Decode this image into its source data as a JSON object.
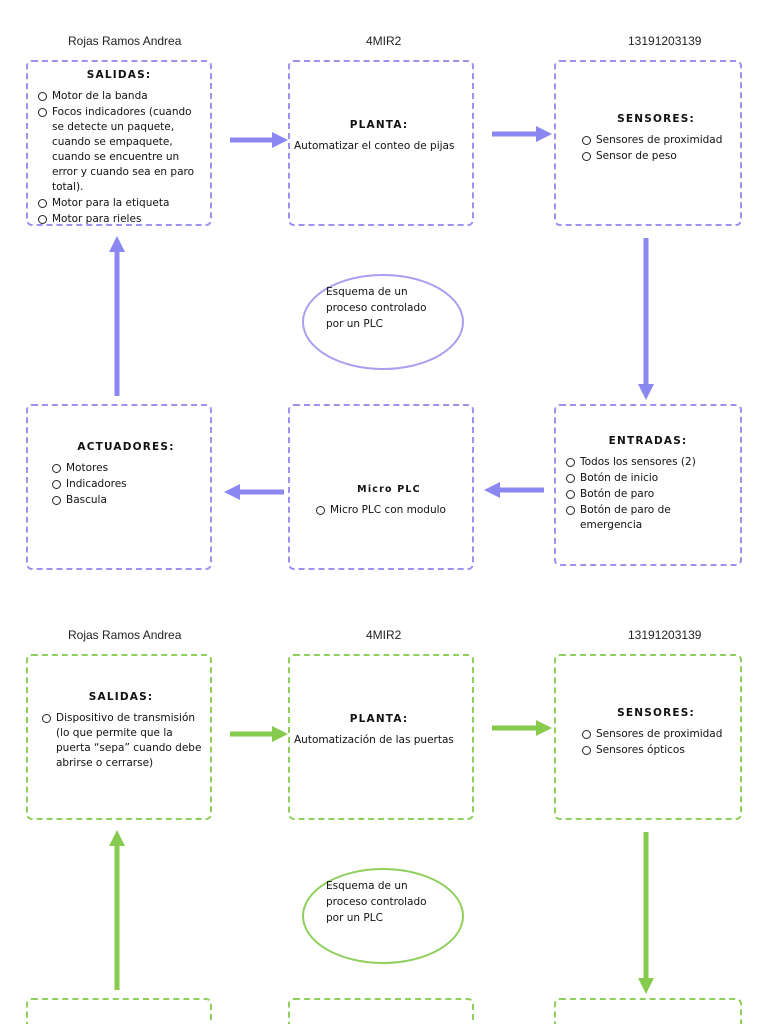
{
  "header": {
    "name": "Rojas Ramos Andrea",
    "group": "4MIR2",
    "id": "13191203139"
  },
  "colors": {
    "page1": "#9a93ee",
    "page2": "#8fcf5c",
    "arrow1": "#8b87f0",
    "arrow2": "#86cb4e"
  },
  "diagram1": {
    "salidas": {
      "title": "SALIDAS:",
      "items": [
        "Motor de la banda",
        "Focos indicadores (cuando se detecte un paquete, cuando se empaquete, cuando se encuentre un error y cuando sea en paro total).",
        "Motor para la etiqueta",
        "Motor para rieles"
      ]
    },
    "planta": {
      "title": "PLANTA:",
      "text": "Automatizar el conteo de pijas"
    },
    "sensores": {
      "title": "SENSORES:",
      "items": [
        "Sensores de proximidad",
        "Sensor de peso"
      ]
    },
    "center": {
      "line1": "Esquema de un",
      "line2": "proceso controlado",
      "line3": "por un PLC"
    },
    "actuadores": {
      "title": "ACTUADORES:",
      "items": [
        "Motores",
        "Indicadores",
        "Bascula"
      ]
    },
    "micro": {
      "title": "Micro PLC",
      "items": [
        "Micro PLC con modulo"
      ]
    },
    "entradas": {
      "title": "ENTRADAS:",
      "items": [
        "Todos los sensores (2)",
        "Botón de inicio",
        "Botón de paro",
        "Botón de paro de emergencia"
      ]
    }
  },
  "diagram2": {
    "salidas": {
      "title": "SALIDAS:",
      "items": [
        "Dispositivo de transmisión (lo que permite que la puerta “sepa” cuando debe abrirse o cerrarse)"
      ]
    },
    "planta": {
      "title": "PLANTA:",
      "text": "Automatización de las puertas"
    },
    "sensores": {
      "title": "SENSORES:",
      "items": [
        "Sensores de proximidad",
        "Sensores ópticos"
      ]
    },
    "center": {
      "line1": "Esquema de un",
      "line2": "proceso controlado",
      "line3": "por un PLC"
    }
  }
}
